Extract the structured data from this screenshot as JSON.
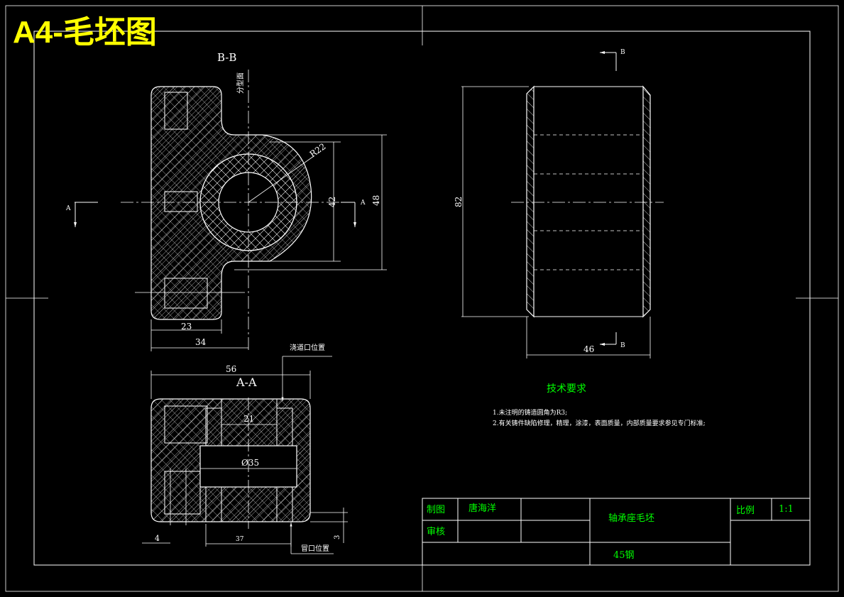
{
  "header": {
    "title": "A4-毛坯图",
    "title_color": "#ffff00"
  },
  "views": {
    "bb": {
      "label": "B-B",
      "parting_label": "分型面",
      "dims": {
        "r": "R22",
        "h42": "42",
        "h48": "48",
        "w23": "23",
        "w34": "34"
      },
      "section_marker": "A"
    },
    "aa": {
      "label": "A-A",
      "dims": {
        "w56": "56",
        "w21": "21",
        "d35": "Ø35",
        "w4": "4",
        "w37": "37",
        "h3": "3"
      },
      "gate_label": "浇道口位置",
      "riser_label": "冒口位置"
    },
    "side": {
      "dims": {
        "h82": "82",
        "w46": "46"
      },
      "section_marker": "B"
    }
  },
  "tech": {
    "title": "技术要求",
    "lines": [
      "1.未注明的铸造圆角为R3;",
      "2.有关铸件缺陷修理，精理，涂漆，表面质量，内部质量要求参见专门标准;"
    ],
    "color": "#00ff00"
  },
  "title_block": {
    "drawn_label": "制图",
    "drawn_name": "唐海洋",
    "review_label": "审核",
    "part_name": "轴承座毛坯",
    "material": "45钢",
    "scale_label": "比例",
    "scale_value": "1:1"
  }
}
